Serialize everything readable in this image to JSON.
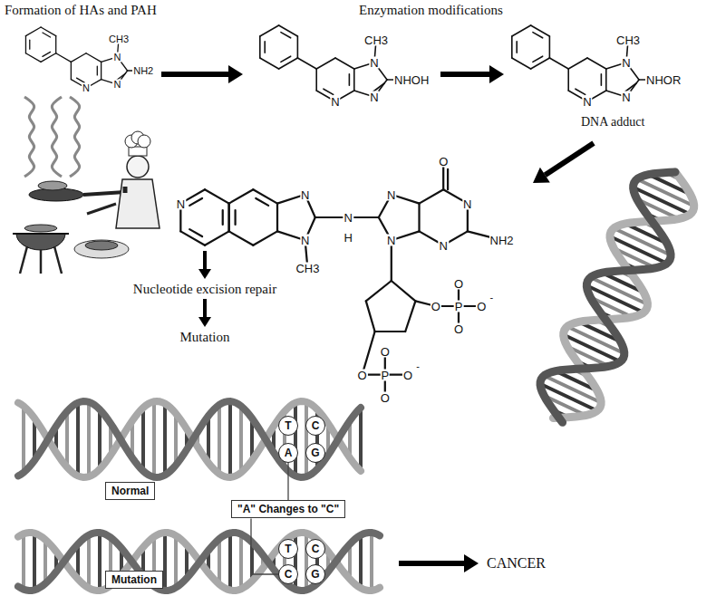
{
  "diagram": {
    "nodes": [
      {
        "text": [
          "T"
        ]
      },
      {
        "text": [
          "C"
        ]
      },
      {
        "text": [
          "A"
        ]
      },
      {
        "text": [
          "G"
        ]
      },
      {
        "text": [
          "Normal"
        ]
      },
      {
        "text": [
          "\"A\" Changes to \"C\""
        ]
      },
      {
        "text": [
          "T"
        ]
      },
      {
        "text": [
          "C"
        ]
      },
      {
        "text": [
          "C"
        ]
      },
      {
        "text": [
          "G"
        ]
      },
      {
        "text": [
          "Mutation"
        ]
      }
    ],
    "edges": [
      {
        "from": 5,
        "to": 2,
        "arrow": "none"
      },
      {
        "from": 5,
        "to": 8,
        "arrow": "none"
      }
    ],
    "labels": [
      "Formation of HAs and PAH",
      "Enzymation modifications",
      "CH3",
      "NH2",
      "N",
      "N",
      "N",
      "CH3",
      "NHOH",
      "N",
      "N",
      "N",
      "CH3",
      "NHOR",
      "N",
      "N",
      "N",
      "DNA adduct",
      "N",
      "N",
      "N",
      "CH3",
      "N",
      "H",
      "N",
      "N",
      "N",
      "N",
      "O",
      "NH2",
      "O",
      "P",
      "O",
      "O",
      "O",
      "-",
      "O",
      "P",
      "O",
      "O",
      "O",
      "-",
      "Nucleotide excision repair",
      "Mutation",
      "CANCER"
    ]
  }
}
